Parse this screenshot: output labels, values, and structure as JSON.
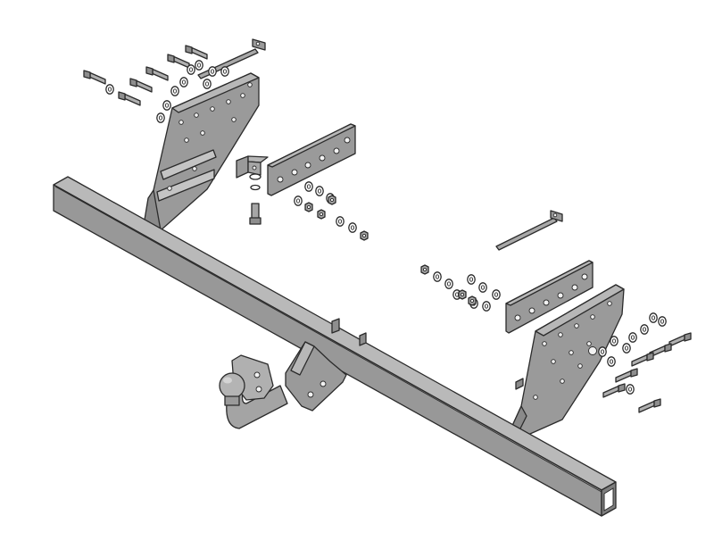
{
  "diagram": {
    "kind": "exploded-assembly",
    "colors": {
      "background": "#ffffff",
      "steel_light": "#b4b4b4",
      "steel_mid": "#9a9a9a",
      "steel_dark": "#7e7e7e",
      "outline": "#2b2b2b",
      "hole": "#f2f2f2"
    },
    "parts": [
      {
        "name": "crossbar-tube"
      },
      {
        "name": "left-mounting-bracket"
      },
      {
        "name": "right-mounting-bracket"
      },
      {
        "name": "left-clamp-plate"
      },
      {
        "name": "right-clamp-plate"
      },
      {
        "name": "left-strap"
      },
      {
        "name": "right-strap"
      },
      {
        "name": "angle-bracket"
      },
      {
        "name": "tow-ball-neck"
      },
      {
        "name": "tow-ball"
      },
      {
        "name": "hitch-mount-plate"
      },
      {
        "name": "bolts"
      },
      {
        "name": "washers"
      },
      {
        "name": "nuts"
      }
    ]
  }
}
